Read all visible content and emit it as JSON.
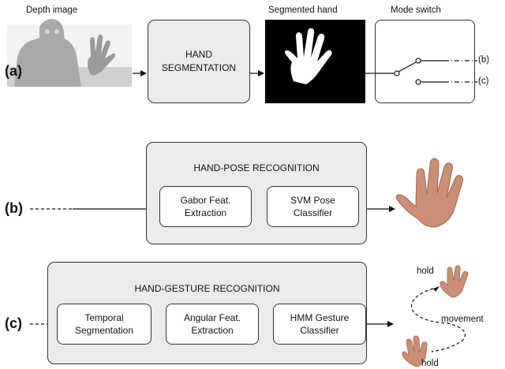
{
  "row_a": {
    "label": "(a)",
    "depth_caption": "Depth   image",
    "segmented_caption": "Segmented hand",
    "mode_caption": "Mode switch",
    "segmentation_box": "HAND\nSEGMENTATION",
    "out_b": "(b)",
    "out_c": "(c)"
  },
  "row_b": {
    "label": "(b)",
    "panel_title": "HAND-POSE RECOGNITION",
    "gabor": "Gabor Feat.\nExtraction",
    "svm": "SVM Pose\nClassifier"
  },
  "row_c": {
    "label": "(c)",
    "panel_title": "HAND-GESTURE RECOGNITION",
    "temporal": "Temporal\nSegmentation",
    "angular": "Angular Feat.\nExtraction",
    "hmm": "HMM Gesture\nClassifier",
    "hold_top": "hold",
    "movement": "movement",
    "hold_bottom": "hold"
  },
  "colors": {
    "panel_fill": "#ebebeb",
    "depth_gray": "#a9a9a9",
    "skin": "#c98e74"
  }
}
